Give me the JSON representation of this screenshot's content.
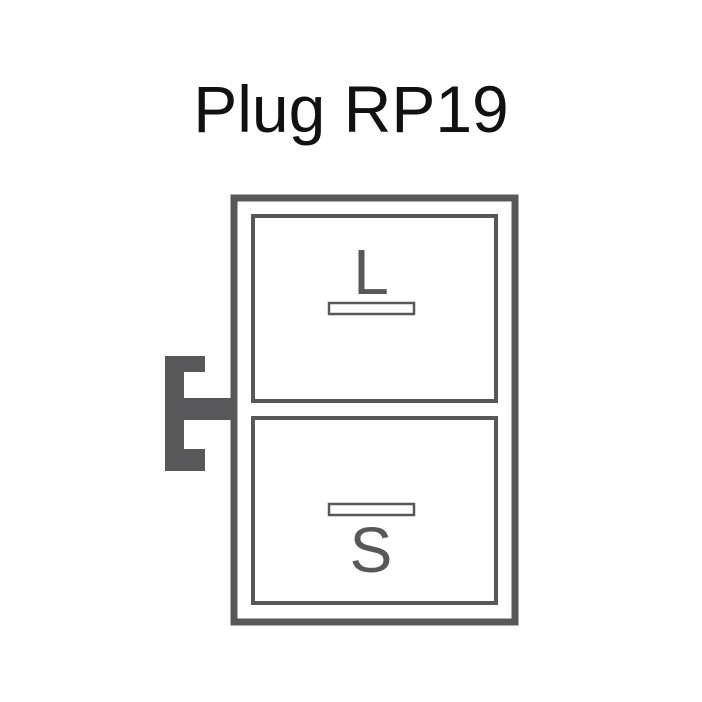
{
  "title": "Plug RP19",
  "terminals": {
    "top": "L",
    "bottom": "S"
  },
  "colors": {
    "stroke": "#58585a",
    "background": "#ffffff",
    "title": "#111111"
  }
}
